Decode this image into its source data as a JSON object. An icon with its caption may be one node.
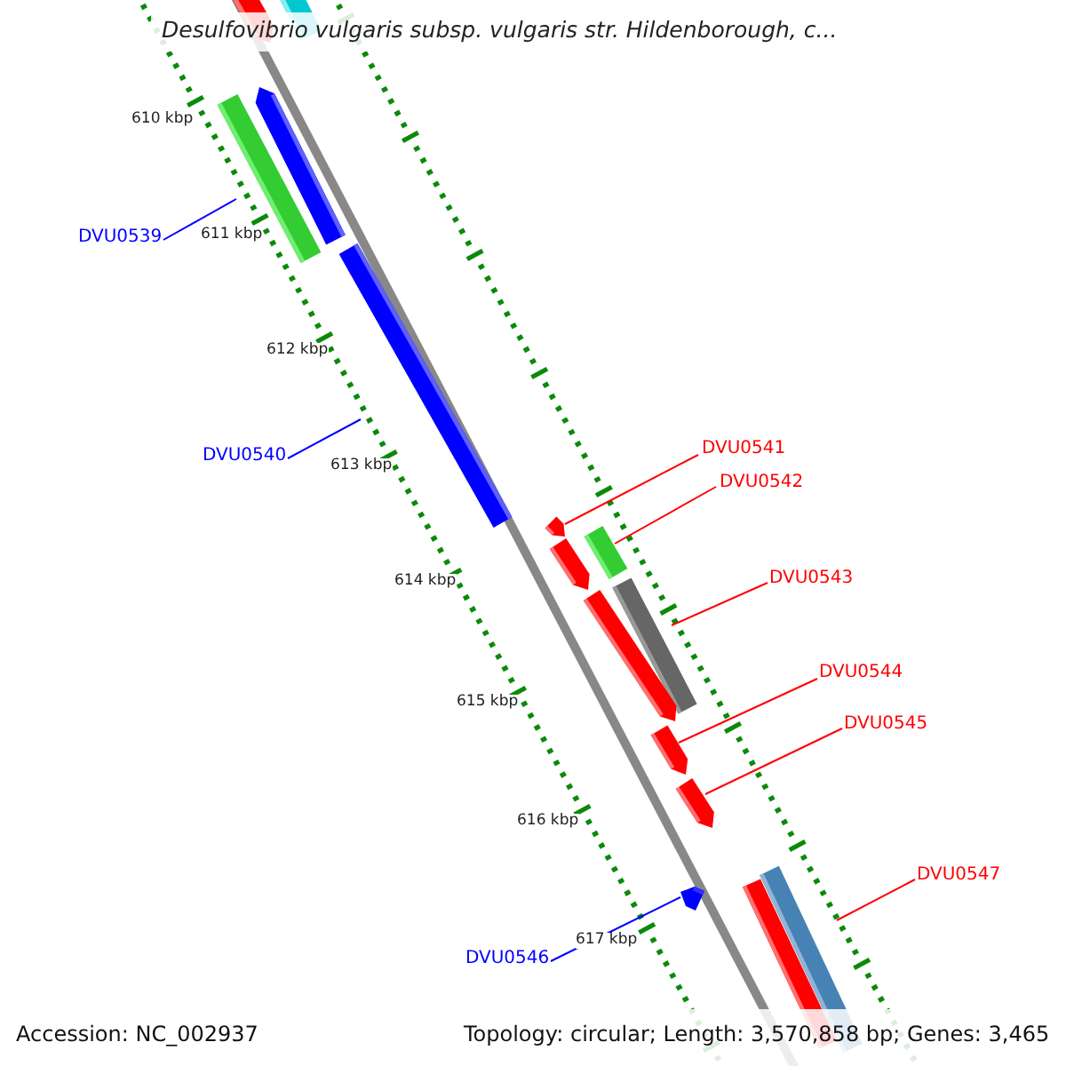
{
  "diagram": {
    "title": "Desulfovibrio vulgaris subsp. vulgaris str. Hildenborough, c...",
    "nodes": [
      {
        "text": [
          "DVU0539"
        ]
      },
      {
        "text": [
          "DVU0540"
        ]
      },
      {
        "text": [
          "DVU0541"
        ]
      },
      {
        "text": [
          "DVU0542"
        ]
      },
      {
        "text": [
          "DVU0543"
        ]
      },
      {
        "text": [
          "DVU0544"
        ]
      },
      {
        "text": [
          "DVU0545"
        ]
      },
      {
        "text": [
          "DVU0546"
        ]
      },
      {
        "text": [
          "DVU0547"
        ]
      },
      {
        "text": [],
        "shape": "bar"
      },
      {
        "text": [],
        "shape": "bar"
      },
      {
        "text": [],
        "shape": "bar"
      },
      {
        "text": [],
        "shape": "bar"
      },
      {
        "text": [],
        "shape": "bar"
      },
      {
        "text": [],
        "shape": "bar"
      },
      {
        "text": [],
        "shape": "bar"
      },
      {
        "text": [],
        "shape": "bar"
      },
      {
        "text": [],
        "shape": "bar"
      },
      {
        "text": [],
        "shape": "bar"
      },
      {
        "text": [],
        "shape": "bar"
      },
      {
        "text": [],
        "shape": "bar"
      },
      {
        "text": [],
        "shape": "bar"
      },
      {
        "text": [],
        "shape": "bar"
      },
      {
        "text": [],
        "shape": "bar"
      }
    ],
    "edges": [
      {
        "from": 0,
        "to": 12,
        "arrow": "none",
        "color": "#0000ff"
      },
      {
        "from": 1,
        "to": 13,
        "arrow": "none",
        "color": "#0000ff"
      },
      {
        "from": 2,
        "to": 14,
        "arrow": "none"
      },
      {
        "from": 3,
        "to": 15,
        "arrow": "none"
      },
      {
        "from": 4,
        "to": 17,
        "arrow": "none"
      },
      {
        "from": 5,
        "to": 19,
        "arrow": "none"
      },
      {
        "from": 6,
        "to": 20,
        "arrow": "none"
      },
      {
        "from": 7,
        "to": 21,
        "arrow": "none",
        "color": "#0000ff"
      },
      {
        "from": 8,
        "to": 22,
        "arrow": "none"
      }
    ],
    "labels": [
      "610 kbp",
      "611 kbp",
      "612 kbp",
      "613 kbp",
      "614 kbp",
      "615 kbp",
      "616 kbp",
      "617 kbp",
      "Accession: NC_002937",
      "Topology: circular; Length: 3,570,858 bp; Genes: 3,465"
    ]
  }
}
